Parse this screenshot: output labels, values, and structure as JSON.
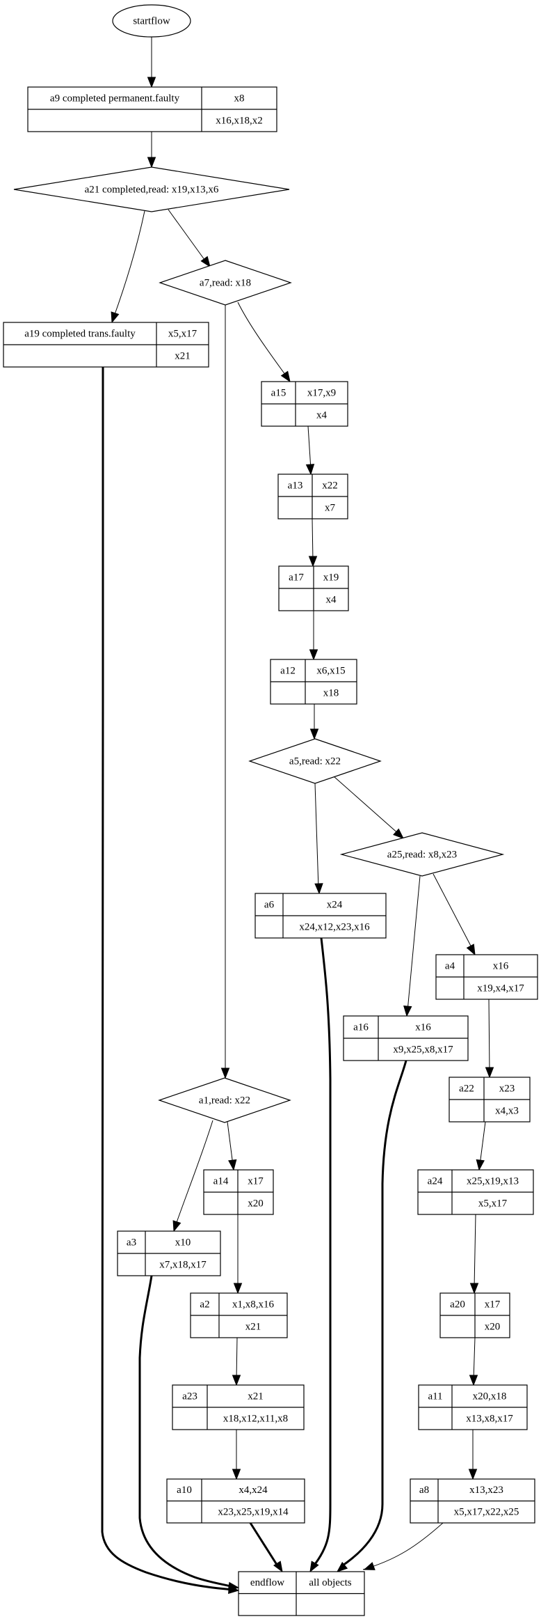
{
  "diagram": {
    "type": "flowchart",
    "start": {
      "id": "startflow",
      "label": "startflow"
    },
    "end": {
      "id": "endflow",
      "label": "endflow",
      "objects_label": "all objects"
    },
    "decisions": [
      {
        "id": "a21",
        "label": "a21 completed,read: x19,x13,x6"
      },
      {
        "id": "a7",
        "label": "a7,read: x18"
      },
      {
        "id": "a5",
        "label": "a5,read: x22"
      },
      {
        "id": "a25",
        "label": "a25,read: x8,x23"
      },
      {
        "id": "a1",
        "label": "a1,read: x22"
      }
    ],
    "activities": [
      {
        "id": "a9",
        "label": "a9 completed permanent.faulty",
        "writes": "x8",
        "reads": "x16,x18,x2"
      },
      {
        "id": "a19",
        "label": "a19 completed trans.faulty",
        "writes": "x5,x17",
        "reads": "x21"
      },
      {
        "id": "a15",
        "label": "a15",
        "writes": "x17,x9",
        "reads": "x4"
      },
      {
        "id": "a13",
        "label": "a13",
        "writes": "x22",
        "reads": "x7"
      },
      {
        "id": "a17",
        "label": "a17",
        "writes": "x19",
        "reads": "x4"
      },
      {
        "id": "a12",
        "label": "a12",
        "writes": "x6,x15",
        "reads": "x18"
      },
      {
        "id": "a6",
        "label": "a6",
        "writes": "x24",
        "reads": "x24,x12,x23,x16"
      },
      {
        "id": "a4",
        "label": "a4",
        "writes": "x16",
        "reads": "x19,x4,x17"
      },
      {
        "id": "a16",
        "label": "a16",
        "writes": "x16",
        "reads": "x9,x25,x8,x17"
      },
      {
        "id": "a22",
        "label": "a22",
        "writes": "x23",
        "reads": "x4,x3"
      },
      {
        "id": "a14",
        "label": "a14",
        "writes": "x17",
        "reads": "x20"
      },
      {
        "id": "a24",
        "label": "a24",
        "writes": "x25,x19,x13",
        "reads": "x5,x17"
      },
      {
        "id": "a3",
        "label": "a3",
        "writes": "x10",
        "reads": "x7,x18,x17"
      },
      {
        "id": "a2",
        "label": "a2",
        "writes": "x1,x8,x16",
        "reads": "x21"
      },
      {
        "id": "a20",
        "label": "a20",
        "writes": "x17",
        "reads": "x20"
      },
      {
        "id": "a23",
        "label": "a23",
        "writes": "x21",
        "reads": "x18,x12,x11,x8"
      },
      {
        "id": "a11",
        "label": "a11",
        "writes": "x20,x18",
        "reads": "x13,x8,x17"
      },
      {
        "id": "a10",
        "label": "a10",
        "writes": "x4,x24",
        "reads": "x23,x25,x19,x14"
      },
      {
        "id": "a8",
        "label": "a8",
        "writes": "x13,x23",
        "reads": "x5,x17,x22,x25"
      }
    ],
    "edges": [
      {
        "from": "startflow",
        "to": "a9",
        "bold": false
      },
      {
        "from": "a9",
        "to": "a21",
        "bold": false
      },
      {
        "from": "a21",
        "to": "a19",
        "bold": false
      },
      {
        "from": "a21",
        "to": "a7",
        "bold": false
      },
      {
        "from": "a7",
        "to": "a15",
        "bold": false
      },
      {
        "from": "a7",
        "to": "a1",
        "bold": false
      },
      {
        "from": "a15",
        "to": "a13",
        "bold": false
      },
      {
        "from": "a13",
        "to": "a17",
        "bold": false
      },
      {
        "from": "a17",
        "to": "a12",
        "bold": false
      },
      {
        "from": "a12",
        "to": "a5",
        "bold": false
      },
      {
        "from": "a5",
        "to": "a6",
        "bold": false
      },
      {
        "from": "a5",
        "to": "a25",
        "bold": false
      },
      {
        "from": "a25",
        "to": "a16",
        "bold": false
      },
      {
        "from": "a25",
        "to": "a4",
        "bold": false
      },
      {
        "from": "a4",
        "to": "a22",
        "bold": false
      },
      {
        "from": "a22",
        "to": "a24",
        "bold": false
      },
      {
        "from": "a24",
        "to": "a20",
        "bold": false
      },
      {
        "from": "a20",
        "to": "a11",
        "bold": false
      },
      {
        "from": "a11",
        "to": "a8",
        "bold": false
      },
      {
        "from": "a1",
        "to": "a3",
        "bold": false
      },
      {
        "from": "a1",
        "to": "a14",
        "bold": false
      },
      {
        "from": "a14",
        "to": "a2",
        "bold": false
      },
      {
        "from": "a2",
        "to": "a23",
        "bold": false
      },
      {
        "from": "a23",
        "to": "a10",
        "bold": false
      },
      {
        "from": "a19",
        "to": "endflow",
        "bold": true
      },
      {
        "from": "a3",
        "to": "endflow",
        "bold": true
      },
      {
        "from": "a10",
        "to": "endflow",
        "bold": true
      },
      {
        "from": "a6",
        "to": "endflow",
        "bold": true
      },
      {
        "from": "a16",
        "to": "endflow",
        "bold": true
      },
      {
        "from": "a8",
        "to": "endflow",
        "bold": false
      }
    ]
  }
}
